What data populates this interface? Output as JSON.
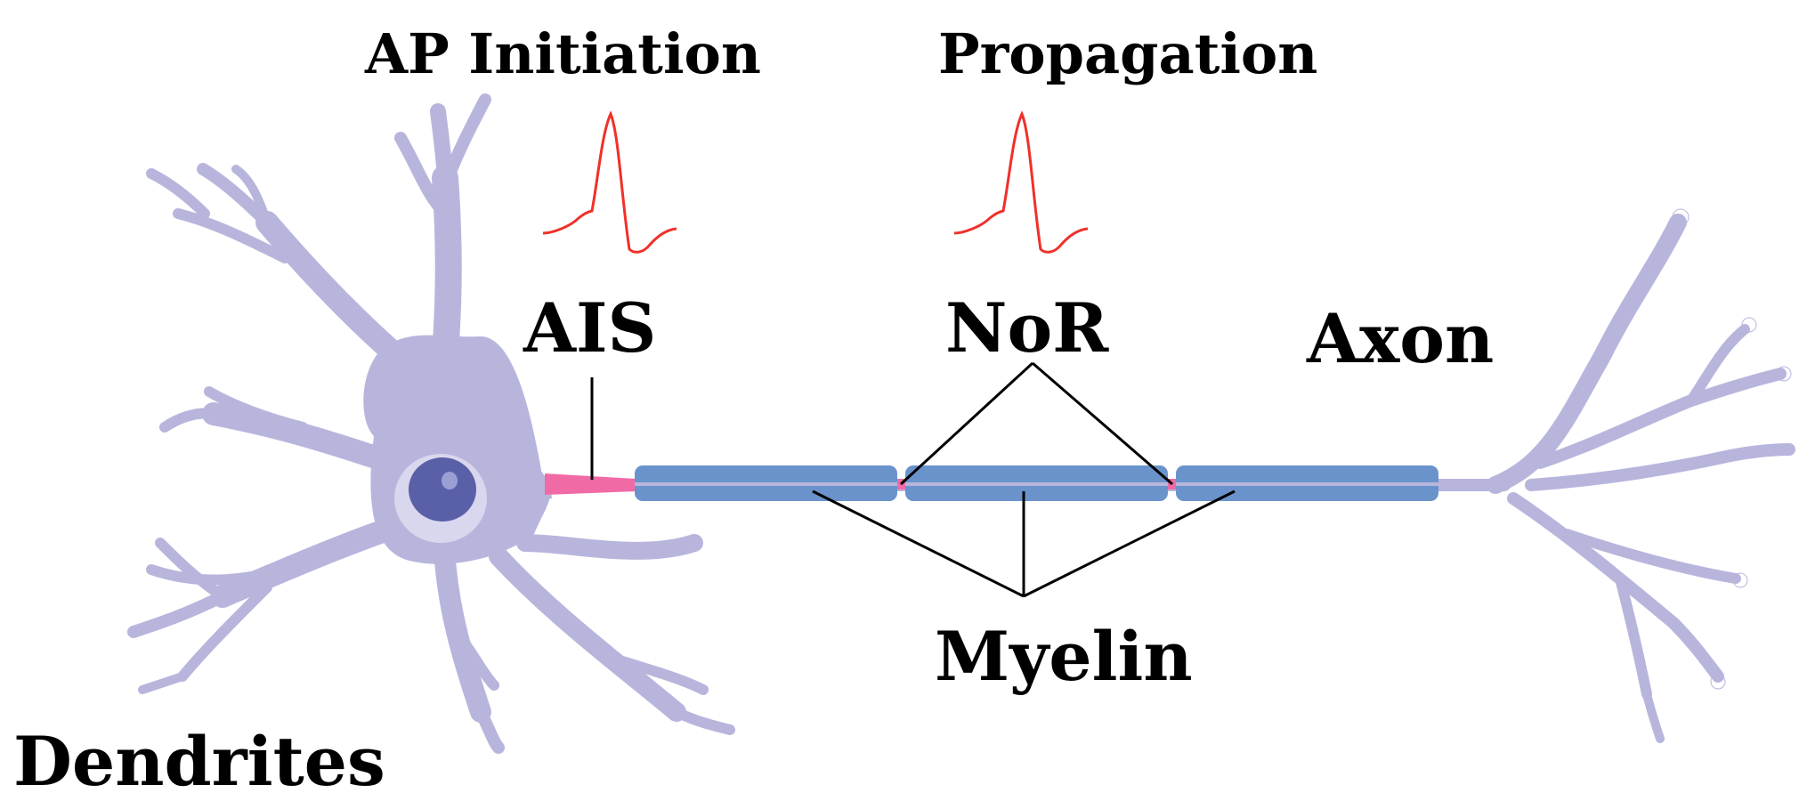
{
  "labels": {
    "ap_initiation": "AP Initiation",
    "propagation": "Propagation",
    "ais": "AIS",
    "nor": "NoR",
    "axon": "Axon",
    "myelin": "Myelin",
    "dendrites": "Dendrites"
  },
  "colors": {
    "neuron": "#b8b5dd",
    "nucleus_outer": "#d9d7ee",
    "nucleus": "#5960a8",
    "myelin": "#6a93cc",
    "ais": "#f06aa6",
    "spike": "#f0302a",
    "lines": "#000000"
  }
}
